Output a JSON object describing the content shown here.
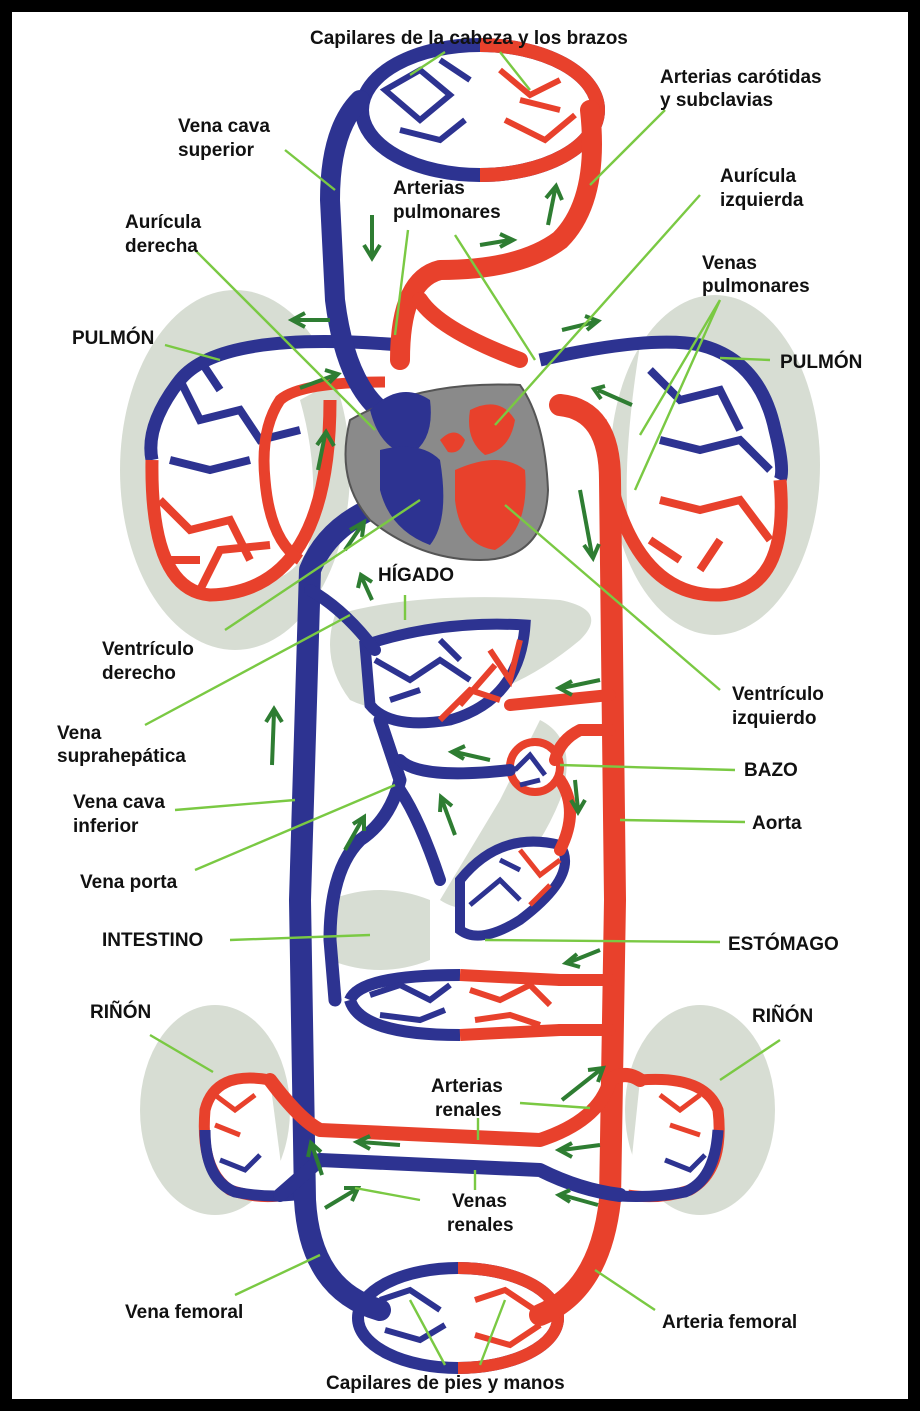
{
  "colors": {
    "vein": "#2d3391",
    "artery": "#e8412c",
    "organ": "#d7ddd3",
    "heart": "#8a8a8a",
    "leader": "#7ac943",
    "arrow": "#2e7d32"
  },
  "labels": {
    "capilares_cabeza": "Capilares de la cabeza y los brazos",
    "arterias_carotidas_1": "Arterias carótidas",
    "arterias_carotidas_2": "y subclavias",
    "vena_cava_sup_1": "Vena cava",
    "vena_cava_sup_2": "superior",
    "arterias_pulm_1": "Arterias",
    "arterias_pulm_2": "pulmonares",
    "auricula_izq_1": "Aurícula",
    "auricula_izq_2": "izquierda",
    "auricula_der_1": "Aurícula",
    "auricula_der_2": "derecha",
    "venas_pulm_1": "Venas",
    "venas_pulm_2": "pulmonares",
    "pulmon_izq": "PULMÓN",
    "pulmon_der": "PULMÓN",
    "higado": "HÍGADO",
    "ventriculo_der_1": "Ventrículo",
    "ventriculo_der_2": "derecho",
    "ventriculo_izq_1": "Ventrículo",
    "ventriculo_izq_2": "izquierdo",
    "vena_suprahep_1": "Vena",
    "vena_suprahep_2": "suprahepática",
    "bazo": "BAZO",
    "vena_cava_inf_1": "Vena cava",
    "vena_cava_inf_2": "inferior",
    "aorta": "Aorta",
    "vena_porta": "Vena porta",
    "intestino": "INTESTINO",
    "estomago": "ESTÓMAGO",
    "rinon_izq": "RIÑÓN",
    "rinon_der": "RIÑÓN",
    "arterias_renales_1": "Arterias",
    "arterias_renales_2": "renales",
    "venas_renales_1": "Venas",
    "venas_renales_2": "renales",
    "vena_femoral": "Vena femoral",
    "arteria_femoral": "Arteria femoral",
    "capilares_pies": "Capilares de pies y manos"
  }
}
